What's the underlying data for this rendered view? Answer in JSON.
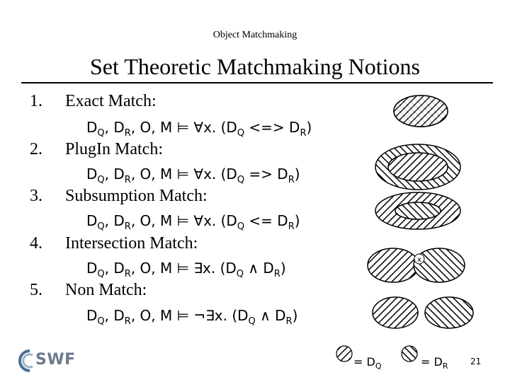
{
  "header": "Object Matchmaking",
  "title": "Set Theoretic Matchmaking Notions",
  "common": {
    "dq": "D",
    "dq_sub": "Q",
    "dr": "D",
    "dr_sub": "R",
    "rest": ", O, M"
  },
  "items": [
    {
      "number": "1.",
      "label": "Exact Match:",
      "quant": "⊨ ∀x. (D",
      "op": " <=> D",
      "close": ")"
    },
    {
      "number": "2.",
      "label": "PlugIn Match:",
      "quant": "⊨ ∀x. (D",
      "op": " => D",
      "close": ")"
    },
    {
      "number": "3.",
      "label": "Subsumption Match:",
      "quant": "⊨ ∀x. (D",
      "op": " <= D",
      "close": ")"
    },
    {
      "number": "4.",
      "label": "Intersection Match:",
      "quant": "⊨ ∃x. (D",
      "op": " ∧ D",
      "close": ")"
    },
    {
      "number": "5.",
      "label": "Non Match:",
      "quant": "⊨ ¬∃x. (D",
      "op": " ∧ D",
      "close": ")"
    }
  ],
  "diagram_intersection_mark": "x",
  "legend": {
    "q_prefix": "= D",
    "q_sub": "Q",
    "r_prefix": "= D",
    "r_sub": "R"
  },
  "page_number": "21",
  "logo_text": "SWF"
}
